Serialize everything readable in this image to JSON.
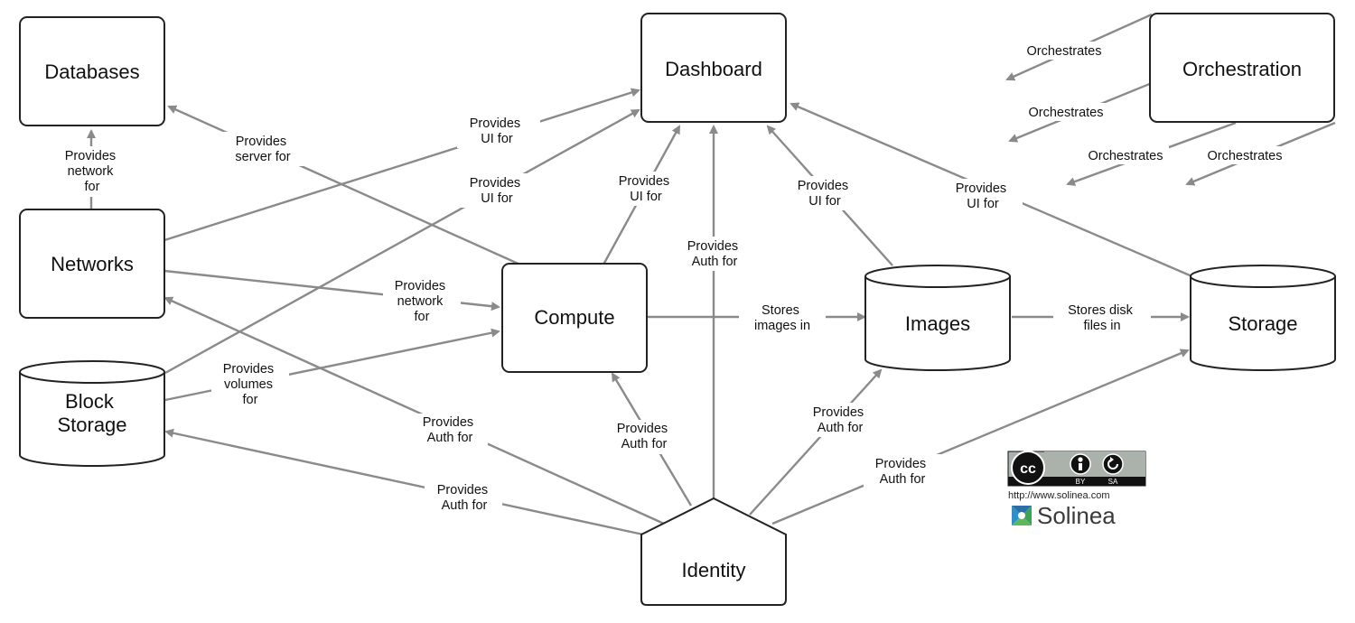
{
  "nodes": {
    "databases": "Databases",
    "dashboard": "Dashboard",
    "orchestration": "Orchestration",
    "networks": "Networks",
    "compute": "Compute",
    "images": "Images",
    "storage": "Storage",
    "block_storage": [
      "Block",
      "Storage"
    ],
    "identity": "Identity"
  },
  "edges": {
    "networks_databases": [
      "Provides",
      "network",
      "for"
    ],
    "compute_databases": [
      "Provides",
      "server for"
    ],
    "networks_dashboard": [
      "Provides",
      "UI for"
    ],
    "block_dashboard": [
      "Provides",
      "UI for"
    ],
    "compute_dashboard": [
      "Provides",
      "UI for"
    ],
    "identity_dashboard": [
      "Provides",
      "Auth for"
    ],
    "images_dashboard": [
      "Provides",
      "UI for"
    ],
    "storage_dashboard": [
      "Provides",
      "UI for"
    ],
    "networks_compute": [
      "Provides",
      "network",
      "for"
    ],
    "block_compute": [
      "Provides",
      "volumes",
      "for"
    ],
    "compute_images": [
      "Stores",
      "images in"
    ],
    "images_storage": [
      "Stores disk",
      "files in"
    ],
    "identity_networks": [
      "Provides",
      "Auth for"
    ],
    "identity_block": [
      "Provides",
      "Auth for"
    ],
    "identity_compute": [
      "Provides",
      "Auth for"
    ],
    "identity_images": [
      "Provides",
      "Auth for"
    ],
    "identity_storage": [
      "Provides",
      "Auth for"
    ],
    "orch_1": [
      "Orchestrates"
    ],
    "orch_2": [
      "Orchestrates"
    ],
    "orch_3": [
      "Orchestrates"
    ],
    "orch_4": [
      "Orchestrates"
    ]
  },
  "logo": {
    "cc": "cc",
    "by": "BY",
    "sa": "SA",
    "url": "http://www.solinea.com",
    "brand": "Solinea"
  }
}
